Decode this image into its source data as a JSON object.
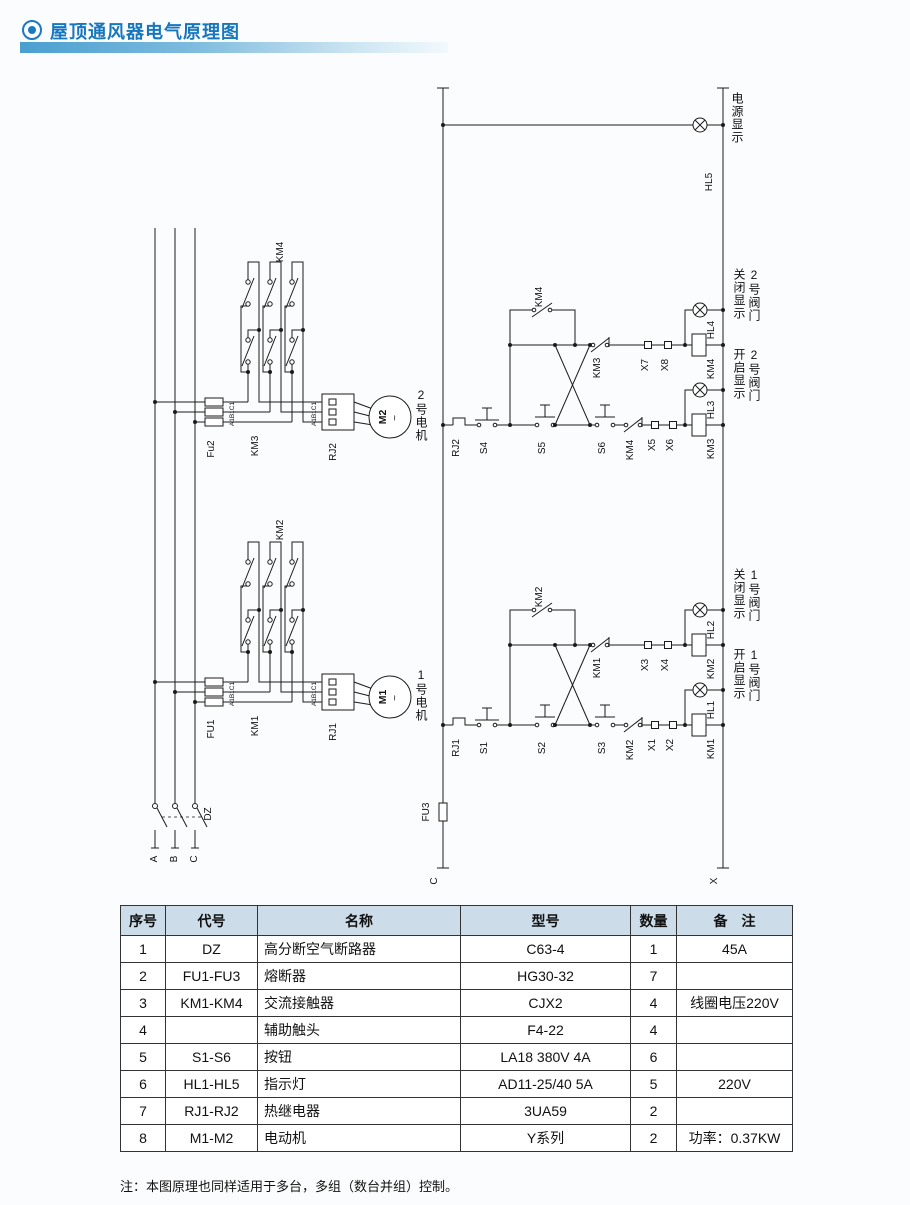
{
  "header": {
    "title": "屋顶通风器电气原理图"
  },
  "diagram": {
    "hl5": "HL5",
    "power_caption": "电源显示",
    "rail_c": "C",
    "rail_x": "X",
    "fu3": "FU3",
    "dz": "DZ",
    "phase_a": "A",
    "phase_b": "B",
    "phase_c": "C",
    "term_marks": "A1B1C1",
    "wave": "~",
    "m2": {
      "fuse": "Fu2",
      "km_run": "KM3",
      "km_aux": "KM4",
      "relay": "RJ2",
      "motor": "M2",
      "caption": "2号电机"
    },
    "m1": {
      "fuse": "FU1",
      "km_run": "KM1",
      "km_aux": "KM2",
      "relay": "RJ1",
      "motor": "M1",
      "caption": "1号电机"
    },
    "c2": {
      "relay": "RJ2",
      "btn_stop": "S4",
      "btn_open": "S5",
      "btn_close": "S6",
      "interlock_main": "KM4",
      "term1": "X5",
      "term2": "X6",
      "coil_main": "KM3",
      "lamp_open": "HL3",
      "seal": "KM4",
      "interlock_top": "KM3",
      "term3": "X7",
      "term4": "X8",
      "coil_top": "KM4",
      "lamp_close": "HL4",
      "open_line1": "2号阀门",
      "open_line2": "开启显示",
      "close_line1": "2号阀门",
      "close_line2": "关闭显示"
    },
    "c1": {
      "relay": "RJ1",
      "btn_stop": "S1",
      "btn_open": "S2",
      "btn_close": "S3",
      "interlock_main": "KM2",
      "term1": "X1",
      "term2": "X2",
      "coil_main": "KM1",
      "lamp_open": "HL1",
      "seal": "KM2",
      "interlock_top": "KM1",
      "term3": "X3",
      "term4": "X4",
      "coil_top": "KM2",
      "lamp_close": "HL2",
      "open_line1": "1号阀门",
      "open_line2": "开启显示",
      "close_line1": "1号阀门",
      "close_line2": "关闭显示"
    }
  },
  "table": {
    "headers": [
      "序号",
      "代号",
      "名称",
      "型号",
      "数量",
      "备　注"
    ],
    "rows": [
      [
        "1",
        "DZ",
        "高分断空气断路器",
        "C63-4",
        "1",
        "45A"
      ],
      [
        "2",
        "FU1-FU3",
        "熔断器",
        "HG30-32",
        "7",
        ""
      ],
      [
        "3",
        "KM1-KM4",
        "交流接触器",
        "CJX2",
        "4",
        "线圈电压220V"
      ],
      [
        "4",
        "",
        "辅助触头",
        "F4-22",
        "4",
        ""
      ],
      [
        "5",
        "S1-S6",
        "按钮",
        "LA18 380V 4A",
        "6",
        ""
      ],
      [
        "6",
        "HL1-HL5",
        "指示灯",
        "AD11-25/40 5A",
        "5",
        "220V"
      ],
      [
        "7",
        "RJ1-RJ2",
        "热继电器",
        "3UA59",
        "2",
        ""
      ],
      [
        "8",
        "M1-M2",
        "电动机",
        "Y系列",
        "2",
        "功率：0.37KW"
      ]
    ]
  },
  "note": "注：本图原理也同样适用于多台，多组（数台并组）控制。",
  "colors": {
    "accent": "#1777be",
    "table_header_bg": "#ccdde9"
  }
}
